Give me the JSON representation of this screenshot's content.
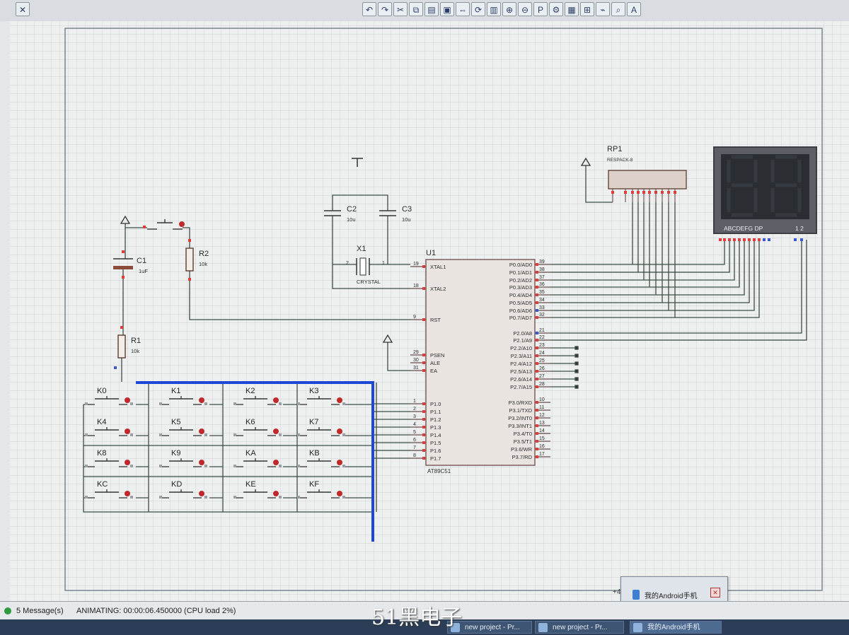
{
  "toolbar": {
    "icons": [
      "close-icon",
      "undo-icon",
      "redo-icon",
      "cut-icon",
      "copy-icon",
      "paste-icon",
      "block-copy-icon",
      "block-move-icon",
      "block-rotate-icon",
      "block-delete-icon",
      "zoom-in-icon",
      "zoom-out-icon",
      "pick-device-icon",
      "make-device-icon",
      "packaging-icon",
      "decompose-icon",
      "wire-autoroute-icon",
      "search-icon",
      "property-assignment-icon"
    ]
  },
  "schematic": {
    "title_block_mark": "+4",
    "ground_symbol": "⊥",
    "components": {
      "rp1": {
        "ref": "RP1",
        "value": "RESPACK-8"
      },
      "c1": {
        "ref": "C1",
        "value": "1uF"
      },
      "r2": {
        "ref": "R2",
        "value": "10k"
      },
      "r1": {
        "ref": "R1",
        "value": "10k"
      },
      "c2": {
        "ref": "C2",
        "value": "10u"
      },
      "c3": {
        "ref": "C3",
        "value": "10u"
      },
      "x1": {
        "ref": "X1",
        "value": "CRYSTAL"
      },
      "u1": {
        "ref": "U1",
        "value": "AT89C51"
      },
      "display": {
        "segments": "ABCDEFG DP",
        "digits": "1 2"
      }
    },
    "crystal_pins": {
      "left": "2",
      "right": "1"
    },
    "u1_left_pins": [
      {
        "name": "XTAL1",
        "num": "19"
      },
      {
        "name": "XTAL2",
        "num": "18"
      },
      {
        "name": "RST",
        "num": "9"
      },
      {
        "name": "PSEN",
        "num": "29"
      },
      {
        "name": "ALE",
        "num": "30"
      },
      {
        "name": "EA",
        "num": "31"
      },
      {
        "name": "P1.0",
        "num": "1"
      },
      {
        "name": "P1.1",
        "num": "2"
      },
      {
        "name": "P1.2",
        "num": "3"
      },
      {
        "name": "P1.3",
        "num": "4"
      },
      {
        "name": "P1.4",
        "num": "5"
      },
      {
        "name": "P1.5",
        "num": "6"
      },
      {
        "name": "P1.6",
        "num": "7"
      },
      {
        "name": "P1.7",
        "num": "8"
      }
    ],
    "u1_right_pins": [
      {
        "name": "P0.0/AD0",
        "num": "39"
      },
      {
        "name": "P0.1/AD1",
        "num": "38"
      },
      {
        "name": "P0.2/AD2",
        "num": "37"
      },
      {
        "name": "P0.3/AD3",
        "num": "36"
      },
      {
        "name": "P0.4/AD4",
        "num": "35"
      },
      {
        "name": "P0.5/AD5",
        "num": "34"
      },
      {
        "name": "P0.6/AD6",
        "num": "33"
      },
      {
        "name": "P0.7/AD7",
        "num": "32"
      },
      {
        "name": "P2.0/A8",
        "num": "21"
      },
      {
        "name": "P2.1/A9",
        "num": "22"
      },
      {
        "name": "P2.2/A10",
        "num": "23"
      },
      {
        "name": "P2.3/A11",
        "num": "24"
      },
      {
        "name": "P2.4/A12",
        "num": "25"
      },
      {
        "name": "P2.5/A13",
        "num": "26"
      },
      {
        "name": "P2.6/A14",
        "num": "27"
      },
      {
        "name": "P2.7/A15",
        "num": "28"
      },
      {
        "name": "P3.0/RXD",
        "num": "10"
      },
      {
        "name": "P3.1/TXD",
        "num": "11"
      },
      {
        "name": "P3.2/INT0",
        "num": "12"
      },
      {
        "name": "P3.3/INT1",
        "num": "13"
      },
      {
        "name": "P3.4/T0",
        "num": "14"
      },
      {
        "name": "P3.5/T1",
        "num": "15"
      },
      {
        "name": "P3.6/WR",
        "num": "16"
      },
      {
        "name": "P3.7/RD",
        "num": "17"
      }
    ],
    "keys": [
      "K0",
      "K1",
      "K2",
      "K3",
      "K4",
      "K5",
      "K6",
      "K7",
      "K8",
      "K9",
      "KA",
      "KB",
      "KC",
      "KD",
      "KE",
      "KF"
    ]
  },
  "status": {
    "messages": "5 Message(s)",
    "animating": "ANIMATING: 00:00:06.450000 (CPU load 2%)"
  },
  "taskbar": {
    "items": [
      {
        "label": "new project - Pr..."
      },
      {
        "label": "new project - Pr..."
      },
      {
        "label": "我的Android手机"
      }
    ]
  },
  "notification": {
    "label": "我的Android手机"
  },
  "watermark": "51黑电子"
}
